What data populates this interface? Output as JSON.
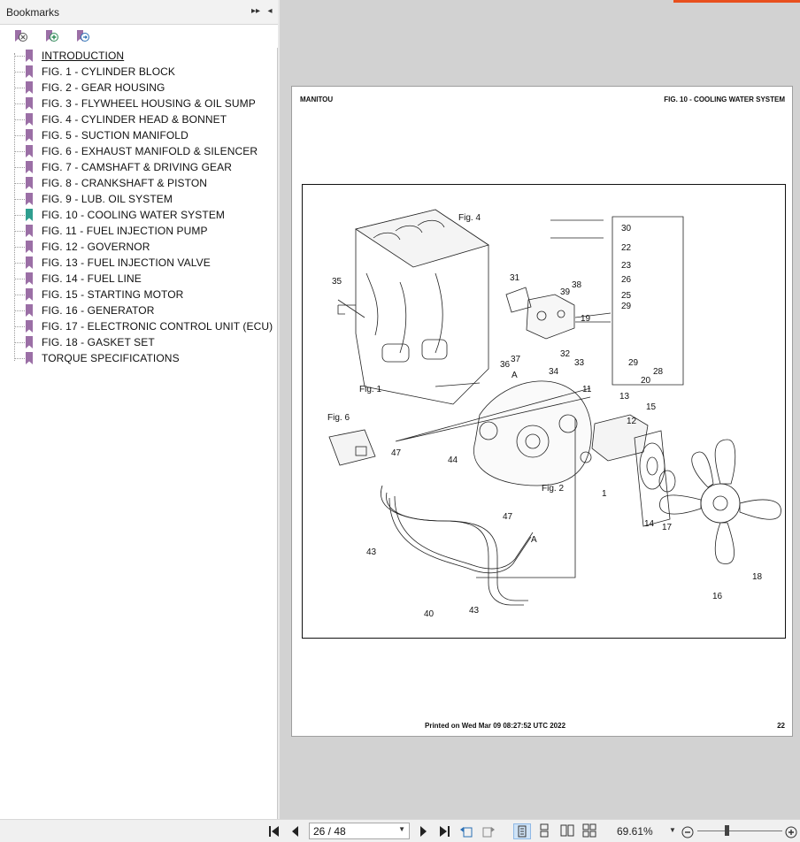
{
  "bookmarks_panel": {
    "title": "Bookmarks",
    "items": [
      {
        "label": "INTRODUCTION",
        "color": "#9b6fa6"
      },
      {
        "label": "FIG. 1 - CYLINDER BLOCK",
        "color": "#9b6fa6"
      },
      {
        "label": "FIG. 2 - GEAR HOUSING",
        "color": "#9b6fa6"
      },
      {
        "label": "FIG. 3 - FLYWHEEL HOUSING & OIL SUMP",
        "color": "#9b6fa6"
      },
      {
        "label": "FIG. 4 - CYLINDER HEAD & BONNET",
        "color": "#9b6fa6"
      },
      {
        "label": "FIG. 5 - SUCTION MANIFOLD",
        "color": "#9b6fa6"
      },
      {
        "label": "FIG. 6 - EXHAUST MANIFOLD & SILENCER",
        "color": "#9b6fa6"
      },
      {
        "label": "FIG. 7 - CAMSHAFT & DRIVING GEAR",
        "color": "#9b6fa6"
      },
      {
        "label": "FIG. 8 - CRANKSHAFT & PISTON",
        "color": "#9b6fa6"
      },
      {
        "label": "FIG. 9 - LUB. OIL SYSTEM",
        "color": "#9b6fa6"
      },
      {
        "label": "FIG. 10 - COOLING WATER SYSTEM",
        "color": "#2f9e8f"
      },
      {
        "label": "FIG. 11 - FUEL INJECTION PUMP",
        "color": "#9b6fa6"
      },
      {
        "label": "FIG. 12 - GOVERNOR",
        "color": "#9b6fa6"
      },
      {
        "label": "FIG. 13 - FUEL INJECTION VALVE",
        "color": "#9b6fa6"
      },
      {
        "label": "FIG. 14 - FUEL LINE",
        "color": "#9b6fa6"
      },
      {
        "label": "FIG. 15 - STARTING MOTOR",
        "color": "#9b6fa6"
      },
      {
        "label": "FIG. 16 - GENERATOR",
        "color": "#9b6fa6"
      },
      {
        "label": "FIG. 17 - ELECTRONIC CONTROL UNIT (ECU)",
        "color": "#9b6fa6"
      },
      {
        "label": "FIG. 18 - GASKET SET",
        "color": "#9b6fa6"
      },
      {
        "label": "TORQUE SPECIFICATIONS",
        "color": "#9b6fa6"
      }
    ]
  },
  "page": {
    "header_left": "MANITOU",
    "header_right": "FIG. 10 - COOLING WATER SYSTEM",
    "footer_printed": "Printed on  Wed Mar 09 08:27:52 UTC 2022",
    "page_number": "22",
    "diagram": {
      "refs": [
        "Fig. 4",
        "Fig. 1",
        "Fig. 6",
        "Fig. 2"
      ],
      "parts": [
        "30",
        "22",
        "23",
        "26",
        "25",
        "29",
        "19",
        "29",
        "28",
        "20",
        "31",
        "39",
        "38",
        "35",
        "37",
        "36",
        "34",
        "32",
        "33",
        "11",
        "13",
        "12",
        "15",
        "1",
        "14",
        "17",
        "16",
        "18",
        "47",
        "44",
        "47",
        "43",
        "40",
        "43",
        "A",
        "A"
      ]
    }
  },
  "navbar": {
    "page_display": "26 / 48",
    "zoom": "69.61%"
  },
  "colors": {
    "accent": "#e8501e",
    "bookmark": "#9b6fa6",
    "bookmark_current": "#2f9e8f"
  }
}
